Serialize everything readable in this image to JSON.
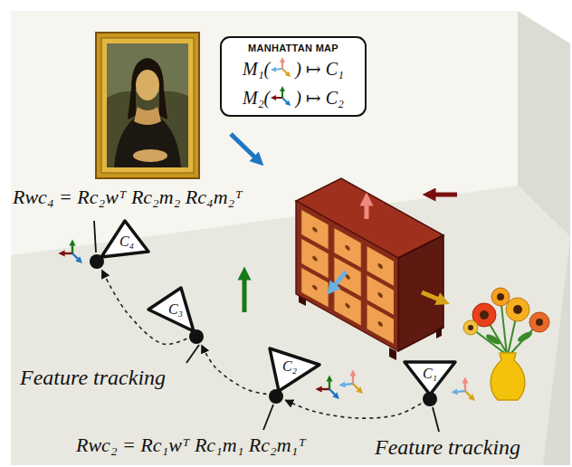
{
  "diagram": {
    "nodes": [
      {
        "text": [
          "MANHATTAN MAP",
          "M₁(",
          ") ↦ C₁",
          "M₂(",
          ") ↦ C₂"
        ]
      },
      {
        "text": [
          "C₄"
        ]
      },
      {
        "text": [
          "C₃"
        ]
      },
      {
        "text": [
          "C₂"
        ]
      },
      {
        "text": [
          "C₁"
        ]
      }
    ],
    "edges": [
      {
        "from": 4,
        "to": 3,
        "arrow": "to"
      },
      {
        "from": 3,
        "to": 2,
        "arrow": "to"
      },
      {
        "from": 2,
        "to": 1,
        "arrow": "to"
      }
    ],
    "labels": [
      "Rwc₄ = Rc₂wᵀ Rc₂m₂ Rc₄m₂ᵀ",
      "Feature tracking",
      "Rwc₂ = Rc₁wᵀ Rc₁m₁ Rc₂m₁ᵀ",
      "Feature tracking"
    ]
  }
}
